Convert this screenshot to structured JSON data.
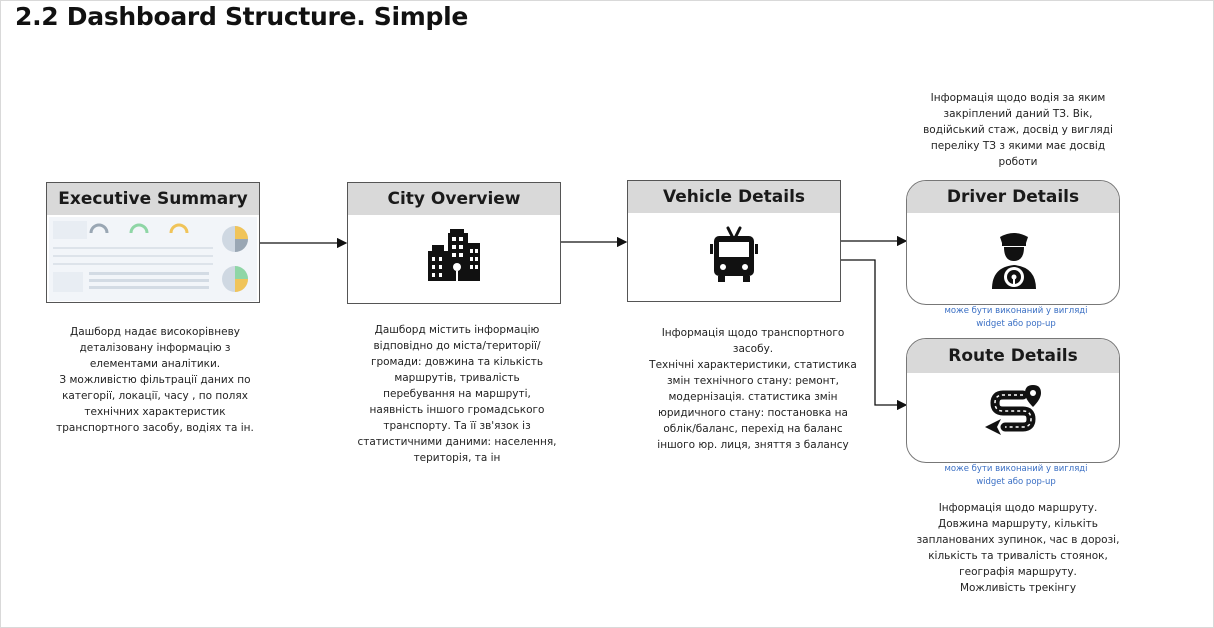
{
  "page": {
    "title": "2.2 Dashboard Structure. Simple"
  },
  "cards": {
    "executive": {
      "title": "Executive Summary"
    },
    "city": {
      "title": "City Overview"
    },
    "vehicle": {
      "title": "Vehicle Details"
    },
    "driver": {
      "title": "Driver Details"
    },
    "route": {
      "title": "Route Details"
    }
  },
  "descriptions": {
    "executive": [
      "Дашборд надає високорівневу",
      "деталізовану інформацію з",
      "елементами аналітики.",
      "З можливістю фільтрації даних по",
      "категорії, локації, часу , по полях",
      "технічних характеристик",
      "транспортного засобу, водіях  та ін."
    ],
    "city": [
      "Дашборд  містить інформацію",
      "відповідно до міста/території/",
      "громади: довжина та кількість",
      "маршрутів,  тривалість",
      "перебування на маршруті,",
      "наявність іншого громадського",
      "транспорту. Та її зв'язок із",
      "статистичними даними: населення,",
      "територія, та ін"
    ],
    "vehicle": [
      "Інформація щодо транспортного",
      "засобу.",
      "Технічні характеристики, статистика",
      "змін технічного стану: ремонт,",
      "модернізація. статистика змін",
      "юридичного стану: постановка на",
      "облік/баланс, перехід на баланс",
      "іншого юр. лиця, зняття з балансу"
    ],
    "driver": [
      "Інформація щодо водія за яким",
      "закріплений даний ТЗ.  Вік,",
      "водійський стаж, досвід у вигляді",
      "переліку ТЗ з якими має досвід",
      "роботи"
    ],
    "route": [
      "Інформація щодо маршруту.",
      "Довжина маршруту, кількіть",
      "запланованих зупинок, час в дорозі,",
      "кількість та тривалість стоянок,",
      "географія маршруту.",
      "Можливість трекінгу"
    ]
  },
  "notes": {
    "driver": [
      "може бути виконаний у вигляді",
      "widget або pop-up"
    ],
    "route": [
      "може бути виконаний у вигляді",
      "widget або pop-up"
    ]
  },
  "icons": {
    "executive": "dashboard-thumbnail",
    "city": "city-buildings-icon",
    "vehicle": "trolleybus-icon",
    "driver": "driver-icon",
    "route": "route-map-icon"
  }
}
